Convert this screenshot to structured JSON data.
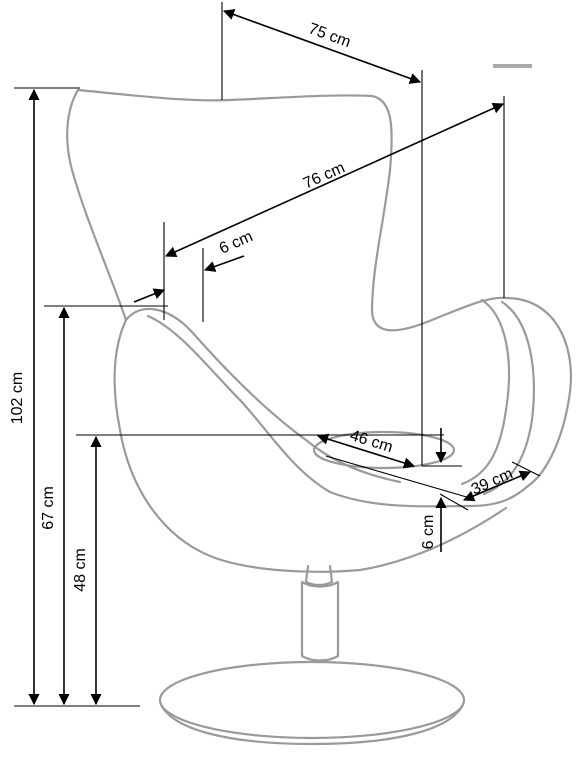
{
  "colors": {
    "outline": "#9a9a9a",
    "dimension": "#000000",
    "background": "#ffffff"
  },
  "dimensions": {
    "width_top": "75 cm",
    "diagonal_depth": "76 cm",
    "backrest_thickness": "6 cm",
    "total_height": "102 cm",
    "armrest_height": "67 cm",
    "seat_height": "48 cm",
    "seat_depth": "46 cm",
    "cushion_width": "39 cm",
    "cushion_thickness": "6 cm"
  }
}
